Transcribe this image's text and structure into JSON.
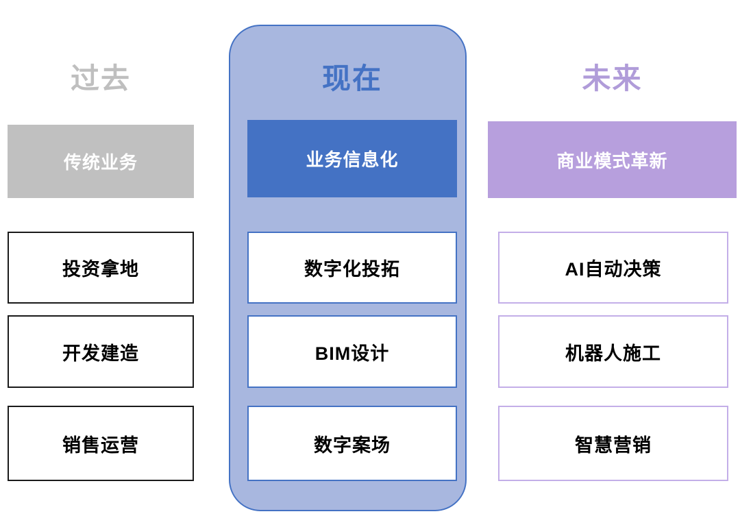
{
  "diagram": {
    "title_past": "过去",
    "title_now": "现在",
    "title_future": "未来",
    "columns": [
      {
        "id": "past",
        "title": "过去",
        "header": "传统业务",
        "items": [
          "投资拿地",
          "开发建造",
          "销售运营"
        ],
        "title_color": "#bfbfbf",
        "header_bg": "#c0c0c0",
        "box_border": "#1a1a1a"
      },
      {
        "id": "now",
        "title": "现在",
        "header": "业务信息化",
        "items": [
          "数字化投拓",
          "BIM设计",
          "数字案场"
        ],
        "title_color": "#4472c4",
        "header_bg": "#4472c4",
        "box_border": "#4472c4",
        "capsule_fill": "#a8b7df",
        "capsule_border": "#4472c4"
      },
      {
        "id": "future",
        "title": "未来",
        "header": "商业模式革新",
        "items": [
          "AI自动决策",
          "机器人施工",
          "智慧营销"
        ],
        "title_color": "#b09cd9",
        "header_bg": "#b79fdd",
        "box_border": "#c3aee8"
      }
    ]
  }
}
